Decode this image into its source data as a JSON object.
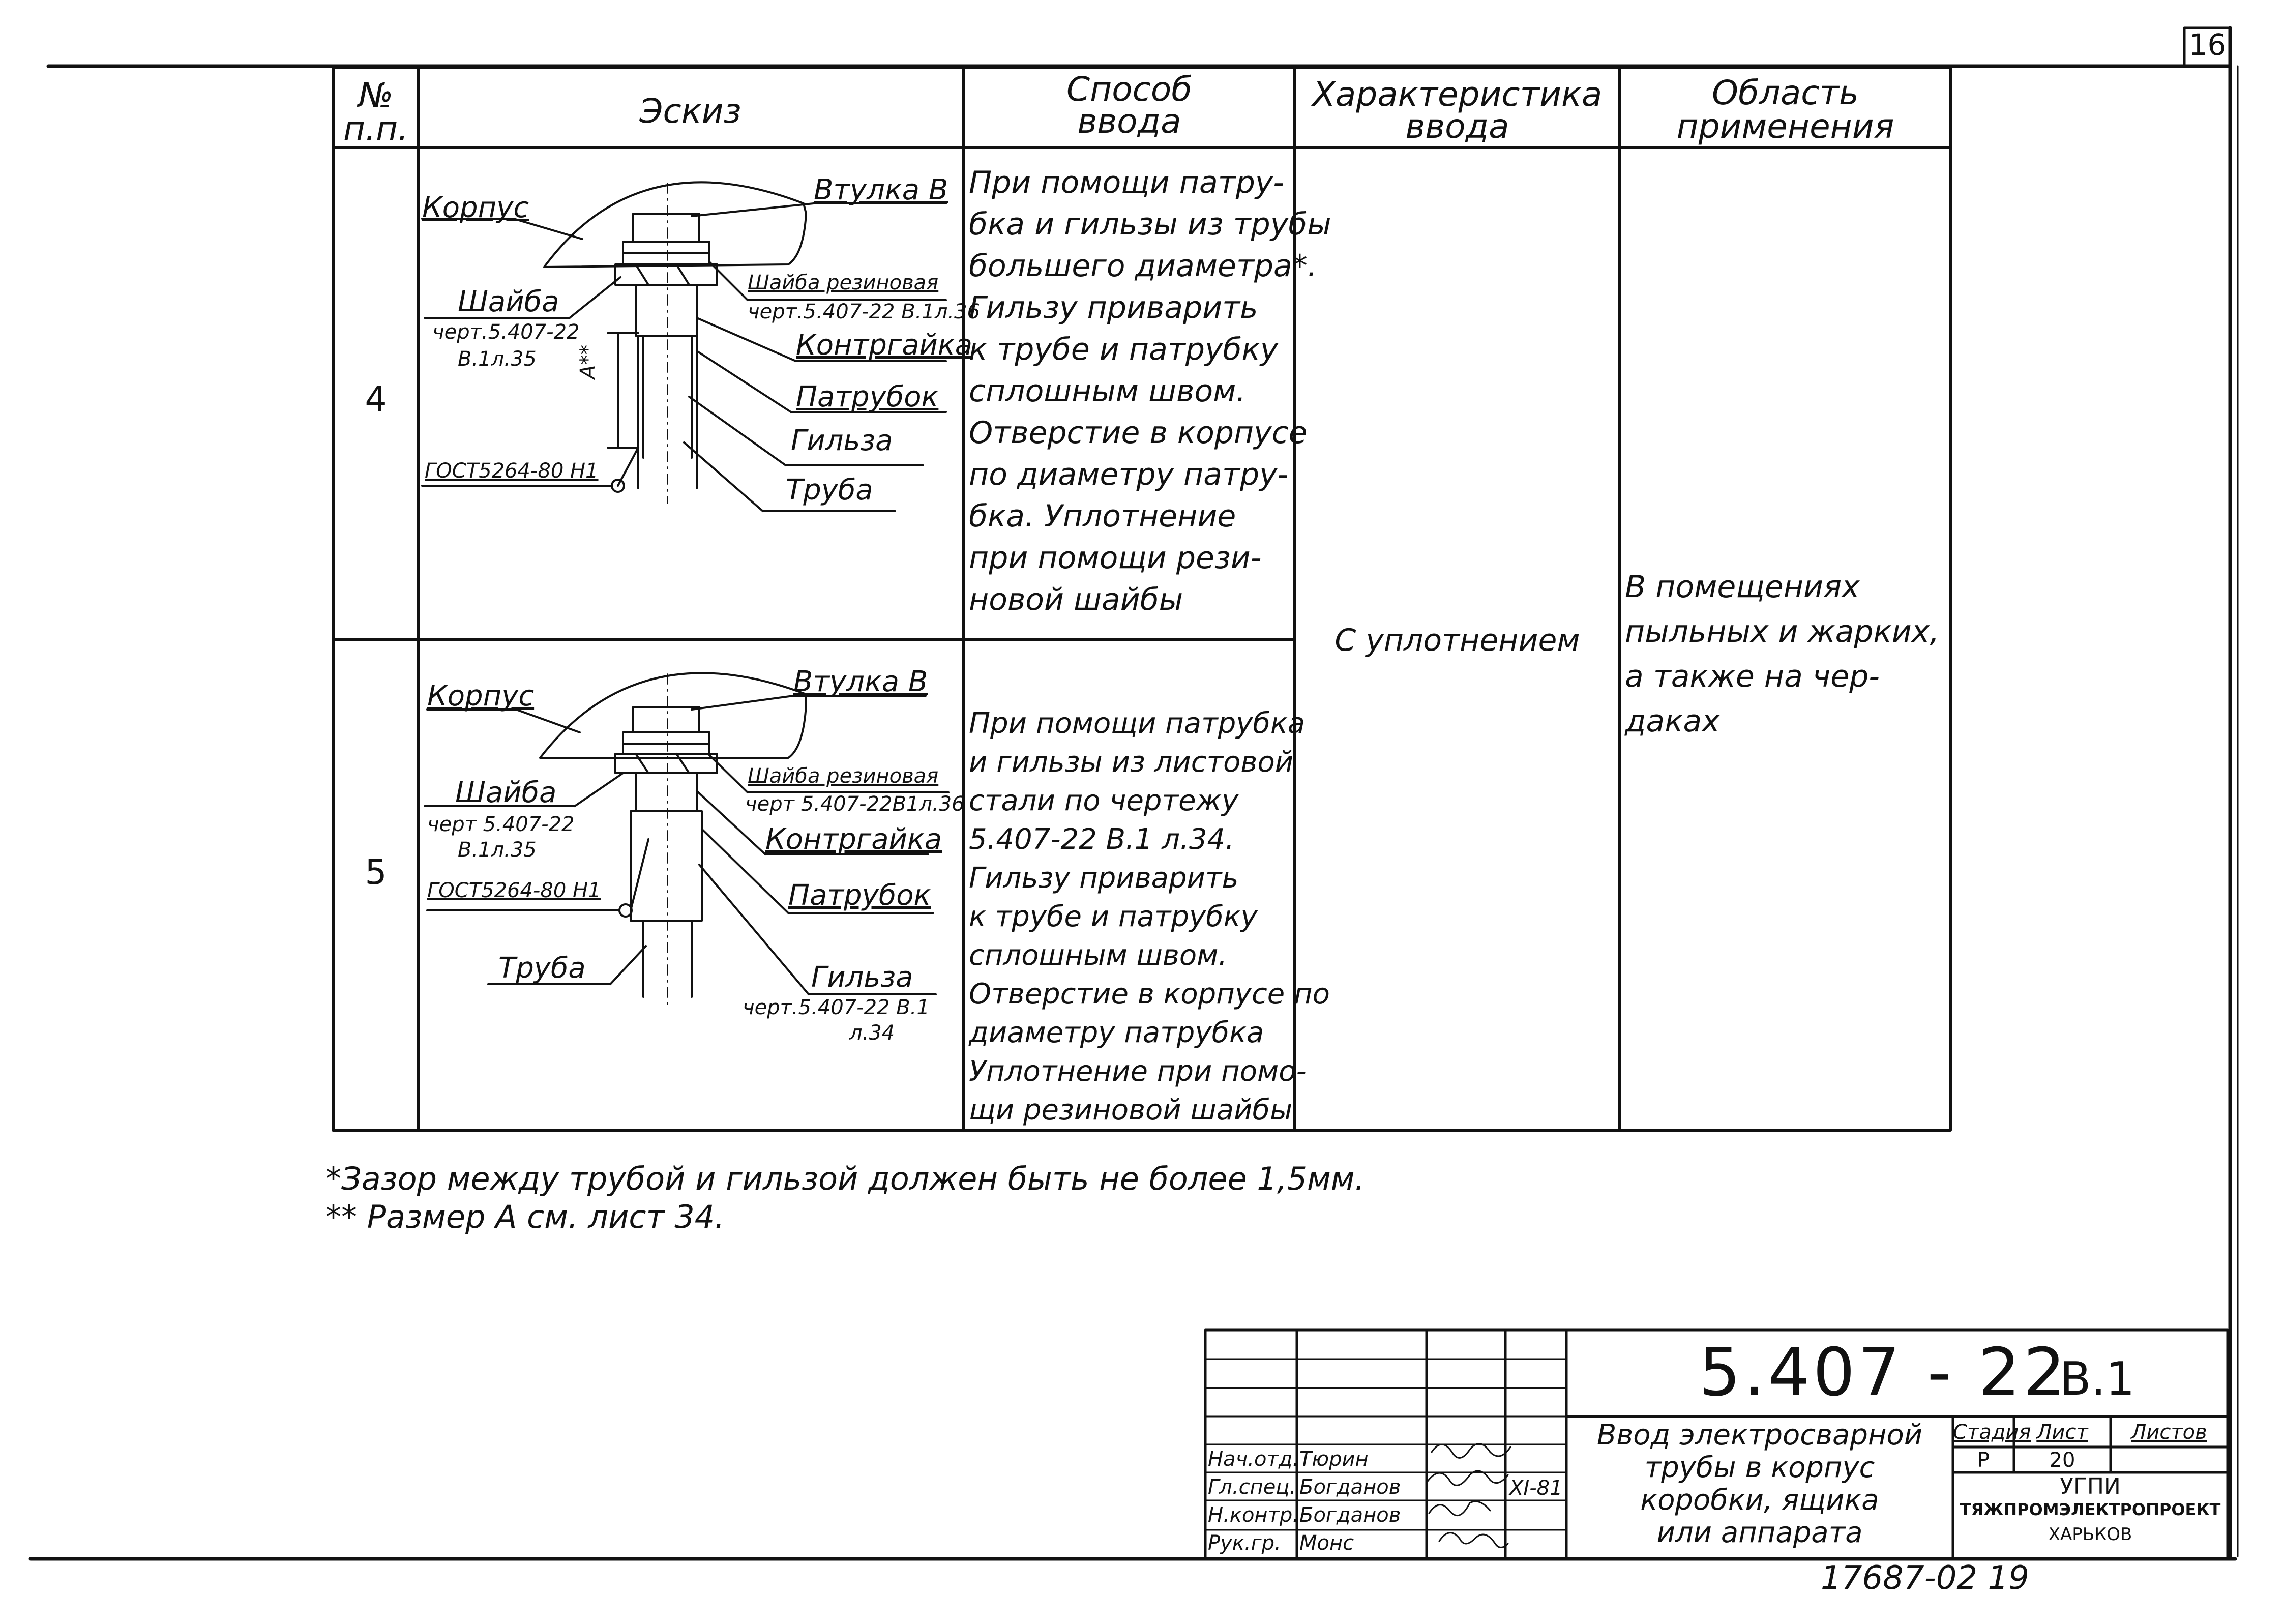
{
  "sheet_corner_number": "16",
  "table": {
    "headers": {
      "num": "№\nп.п.",
      "sketch": "Эскиз",
      "method": "Способ\nввода",
      "characteristic": "Характеристика\nввода",
      "area": "Область\nприменения"
    },
    "rows": [
      {
        "num": "4",
        "sketch_labels": {
          "korpus": "Корпус",
          "vtulka": "Втулка В",
          "shaiba_rez": "Шайба резиновая",
          "shaiba_rez_ref": "черт.5.407-22 В.1л.36",
          "shaiba": "Шайба",
          "shaiba_ref1": "черт.5.407-22",
          "shaiba_ref2": "В.1л.35",
          "kontrgaika": "Контргайка",
          "patrubok": "Патрубок",
          "dim": "А**",
          "gilza": "Гильза",
          "gost": "ГОСТ5264-80 Н1",
          "truba": "Труба"
        },
        "method_lines": [
          "При помощи патру-",
          "бка и гильзы из трубы",
          "большего диаметра*.",
          "Гильзу приварить",
          "к трубе и патрубку",
          "сплошным швом.",
          "Отверстие в корпусе",
          "по диаметру патру-",
          "бка. Уплотнение",
          "при помощи рези-",
          "новой шайбы"
        ]
      },
      {
        "num": "5",
        "sketch_labels": {
          "korpus": "Корпус",
          "vtulka": "Втулка В",
          "shaiba_rez": "Шайба резиновая",
          "shaiba_rez_ref": "черт 5.407-22В1л.36",
          "shaiba": "Шайба",
          "shaiba_ref1": "черт 5.407-22",
          "shaiba_ref2": "В.1л.35",
          "kontrgaika": "Контргайка",
          "gost": "ГОСТ5264-80 Н1",
          "patrubok": "Патрубок",
          "truba": "Труба",
          "gilza": "Гильза",
          "gilza_ref1": "черт.5.407-22 В.1",
          "gilza_ref2": "л.34"
        },
        "method_lines": [
          "При помощи патрубка",
          "и гильзы из листовой",
          "стали по чертежу",
          "5.407-22 В.1 л.34.",
          "Гильзу приварить",
          "к трубе и патрубку",
          "сплошным швом.",
          "Отверстие в корпусе по",
          "диаметру патрубка",
          "Уплотнение при помо-",
          "щи резиновой шайбы"
        ]
      }
    ],
    "characteristic": "С уплотнением",
    "area_lines": [
      "В помещениях",
      "пыльных и жарких,",
      "а также на чер-",
      "даках"
    ]
  },
  "notes": [
    "*Зазор между трубой и гильзой должен быть не более 1,5мм.",
    "** Размер А см. лист 34."
  ],
  "title_block": {
    "doc_code": "5.407 - 22",
    "doc_vol": "В.1",
    "staff": [
      {
        "role": "Нач.отд.",
        "name": "Тюрин"
      },
      {
        "role": "Гл.спец.",
        "name": "Богданов"
      },
      {
        "role": "Н.контр.",
        "name": "Богданов"
      },
      {
        "role": "Рук.гр.",
        "name": "Монс"
      }
    ],
    "date": "XI-81",
    "title_lines": [
      "Ввод электросварной",
      "трубы в корпус",
      "коробки, ящика",
      "или аппарата"
    ],
    "col_stage": "Стадия",
    "col_sheet": "Лист",
    "col_sheets": "Листов",
    "stage": "Р",
    "sheet": "20",
    "org1": "УГПИ",
    "org2": "ТЯЖПРОМЭЛЕКТРОПРОЕКТ",
    "org3": "ХАРЬКОВ"
  },
  "footer_number": "17687-02 19"
}
